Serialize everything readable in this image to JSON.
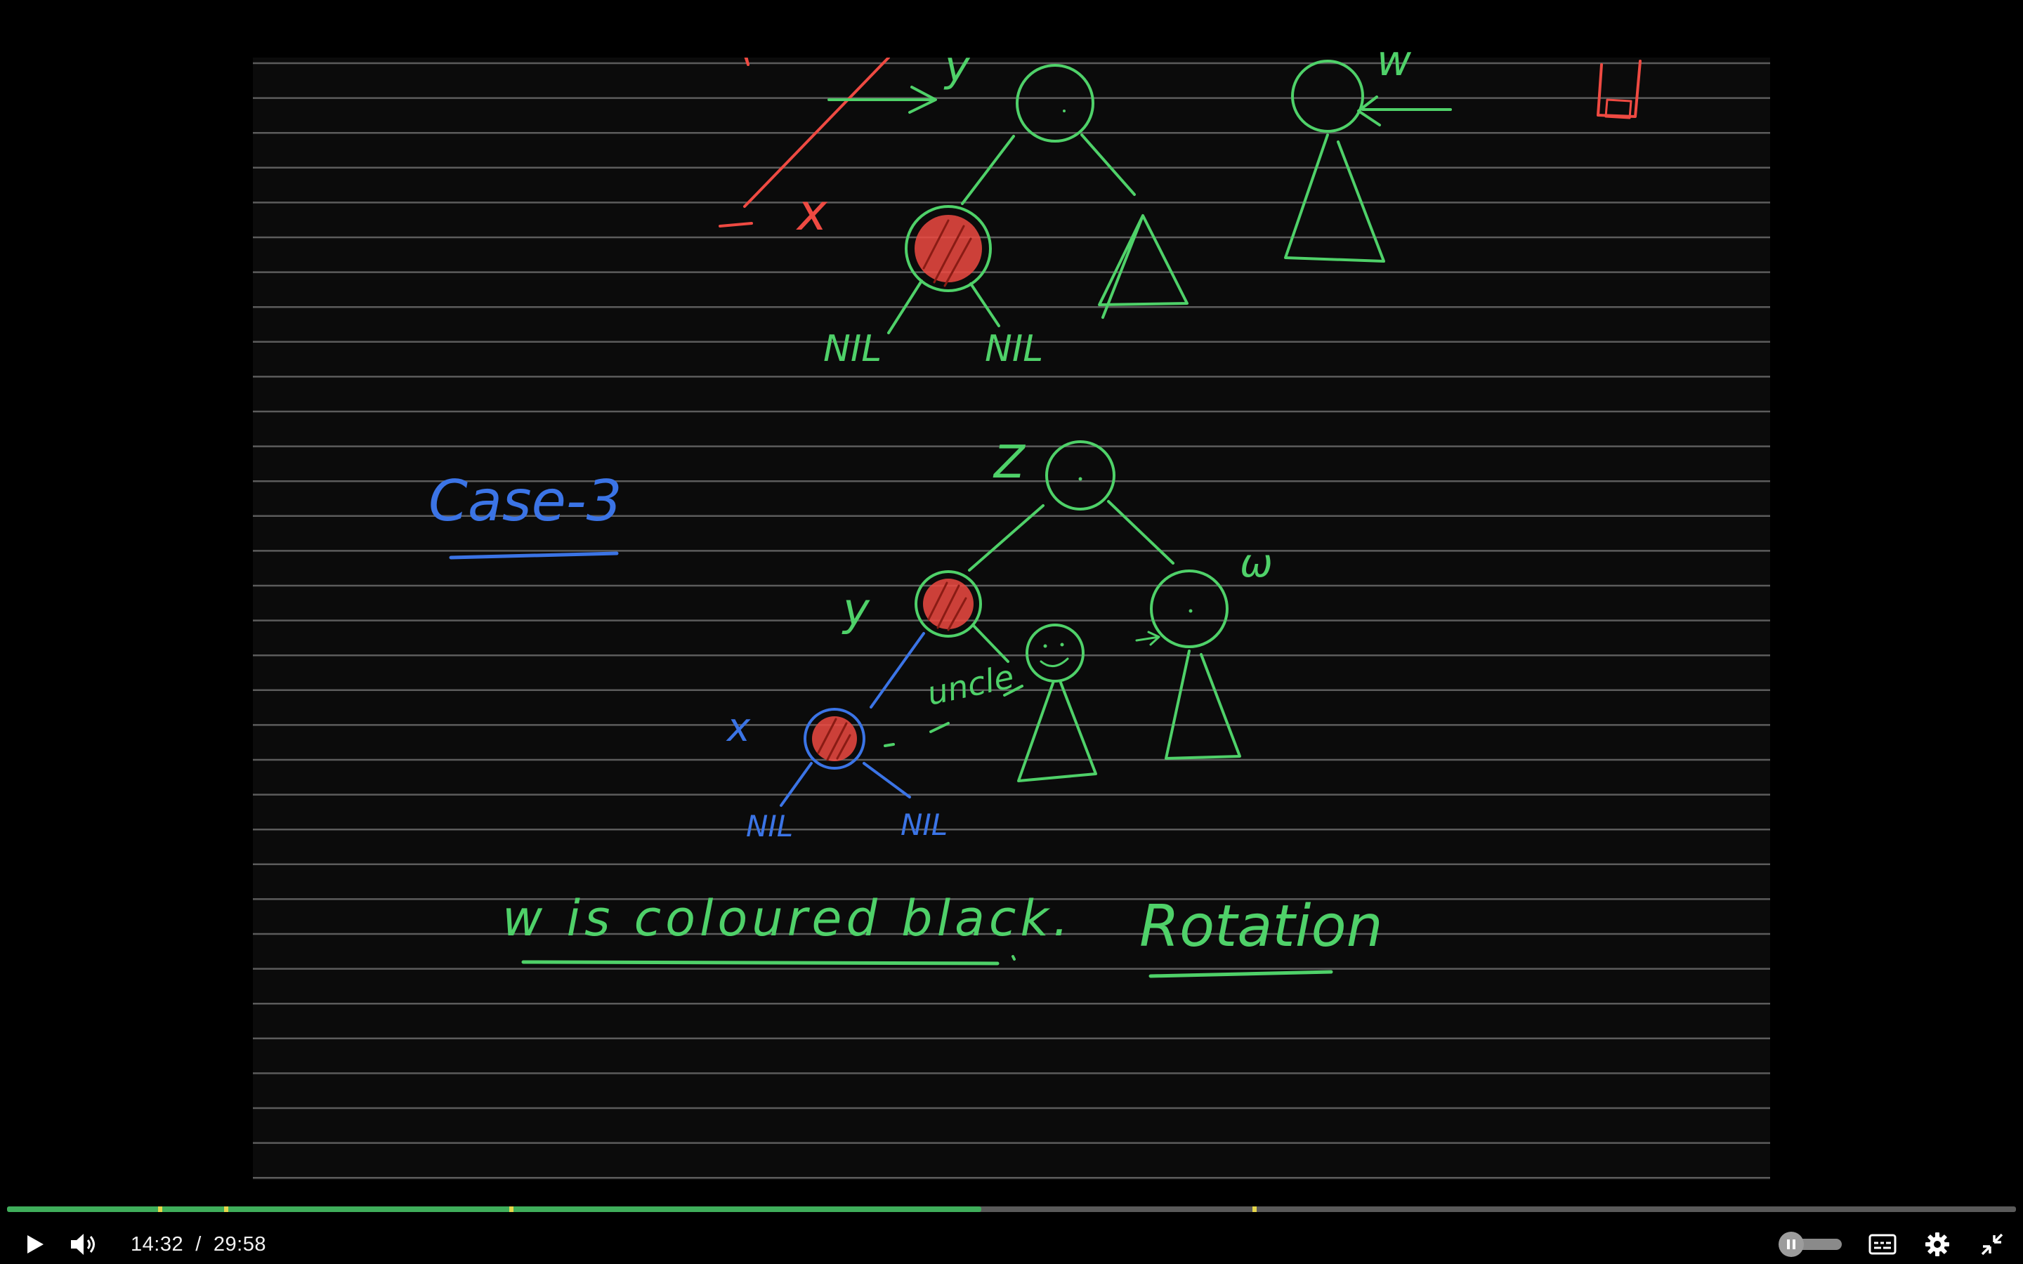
{
  "whiteboard": {
    "lined_background": "#0b0b0b",
    "line_color": "#5c5c5c",
    "ink_green": "#4fd169",
    "ink_red": "#ef4a42",
    "ink_blue": "#3b74e6",
    "top_labels": {
      "x": "x",
      "y": "y",
      "w": "w",
      "nil_left": "NIL",
      "nil_right": "NIL"
    },
    "case_label": "Case-3",
    "tree_labels": {
      "z": "Z",
      "y": "y",
      "w": "ω",
      "x": "x",
      "uncle": "uncle",
      "nil_left": "NIL",
      "nil_right": "NIL"
    },
    "note_text": "w is coloured black.",
    "rotation_text": "Rotation"
  },
  "player": {
    "current_time": "14:32",
    "separator": "/",
    "duration": "29:58",
    "progress_fraction": 0.485,
    "buffered_fraction": 1.0,
    "chapter_markers": [
      0.075,
      0.108,
      0.25,
      0.62
    ],
    "icons": {
      "play": "play-icon",
      "volume": "volume-icon",
      "autoplay": "autoplay-pause-icon",
      "captions": "captions-icon",
      "settings": "gear-icon",
      "exit_fullscreen": "exit-fullscreen-icon"
    },
    "accent_color": "#3fae5b"
  }
}
